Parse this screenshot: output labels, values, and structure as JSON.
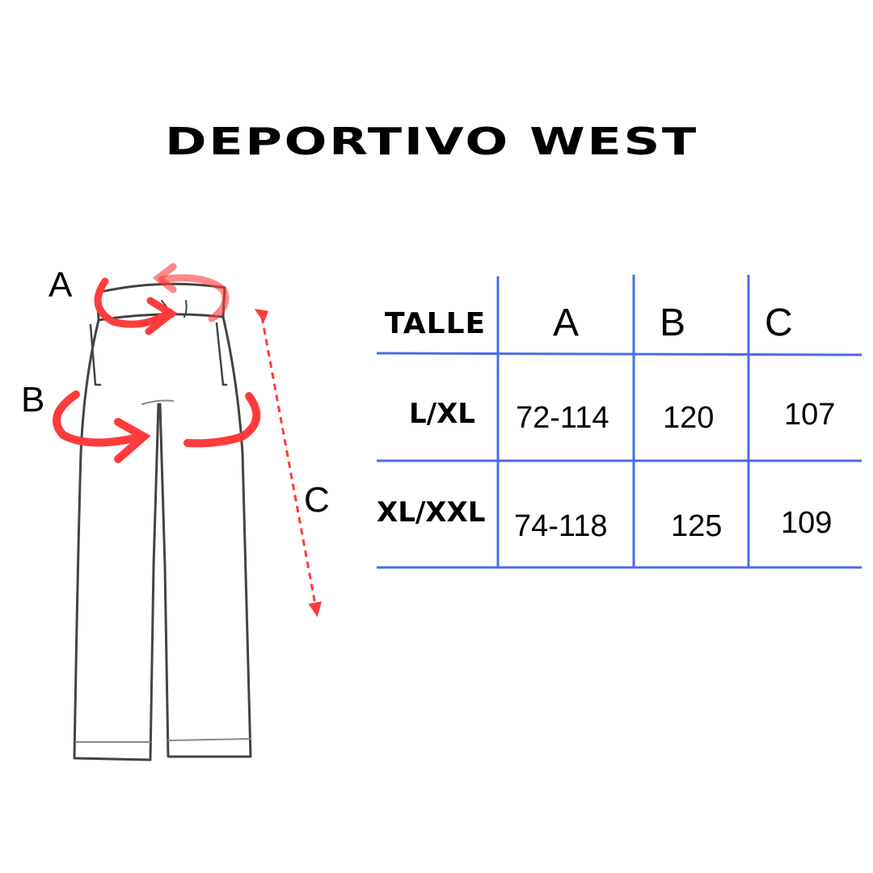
{
  "title": "DEPORTIVO WEST",
  "diagram": {
    "labels": {
      "a": "A",
      "b": "B",
      "c": "C"
    },
    "arrow_color": "#ff3b3b"
  },
  "table": {
    "line_color": "#4a6be8",
    "header": {
      "talle": "TALLE",
      "a": "A",
      "b": "B",
      "c": "C"
    },
    "rows": [
      {
        "size": "L/XL",
        "a": "72-114",
        "b": "120",
        "c": "107"
      },
      {
        "size": "XL/XXL",
        "a": "74-118",
        "b": "125",
        "c": "109"
      }
    ]
  }
}
